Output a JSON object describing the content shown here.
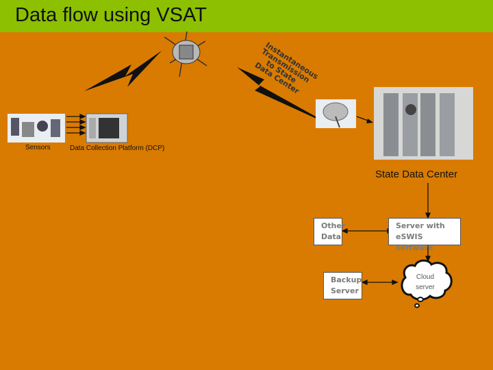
{
  "title": "Data flow using VSAT",
  "transmission_label": "Instantaneous Transmission to State Data Center",
  "labels": {
    "sensors": "Sensors",
    "dcp": "Data Collection Platform (DCP)",
    "state_data_center": "State Data Center"
  },
  "boxes": {
    "other_data": [
      "Other",
      "Data"
    ],
    "server": [
      "Server with",
      "eSWIS software"
    ],
    "backup": [
      "Backup",
      "Server"
    ],
    "cloud": [
      "Cloud",
      "server"
    ]
  },
  "colors": {
    "background": "#d97b00",
    "titlebar": "#8cc000"
  }
}
